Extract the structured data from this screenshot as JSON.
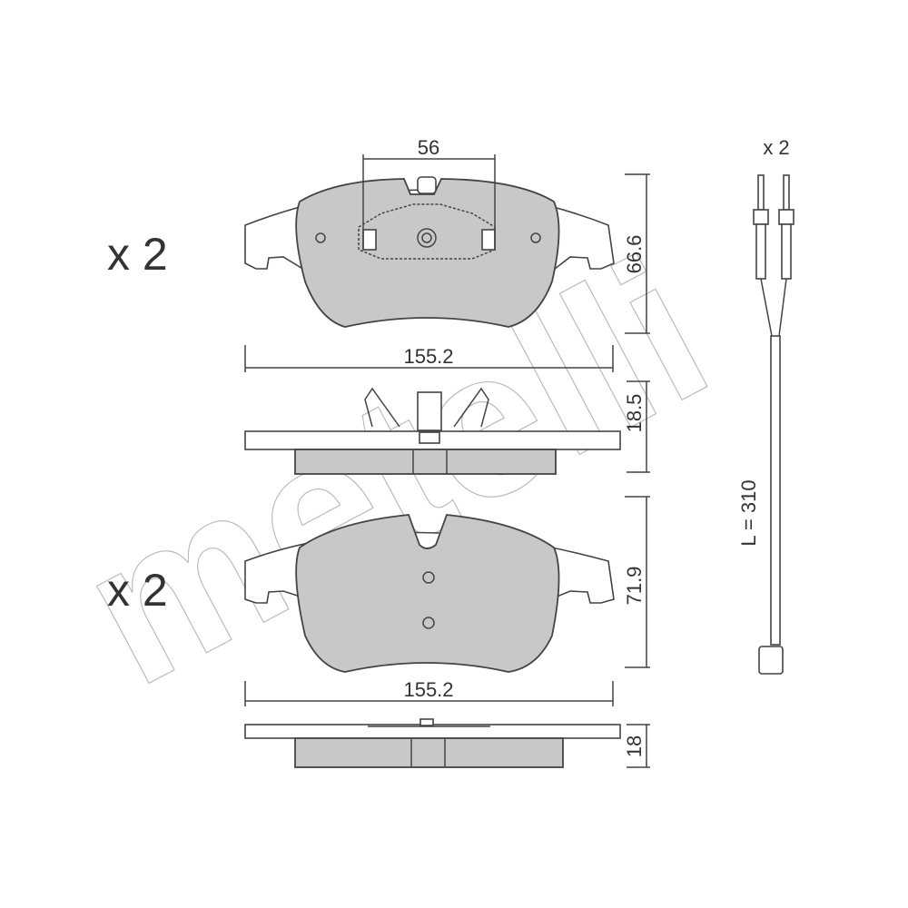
{
  "watermark": "metelli",
  "quantities": {
    "top_pad": "x 2",
    "bottom_pad": "x 2",
    "sensor": "x 2"
  },
  "dimensions": {
    "top_clip_width": "56",
    "top_height": "66.6",
    "top_width": "155.2",
    "top_thickness": "18.5",
    "bottom_height": "71.9",
    "bottom_width": "155.2",
    "bottom_thickness": "18",
    "sensor_length": "L = 310"
  },
  "colors": {
    "friction": "#c8c8c8",
    "line": "#444444"
  }
}
